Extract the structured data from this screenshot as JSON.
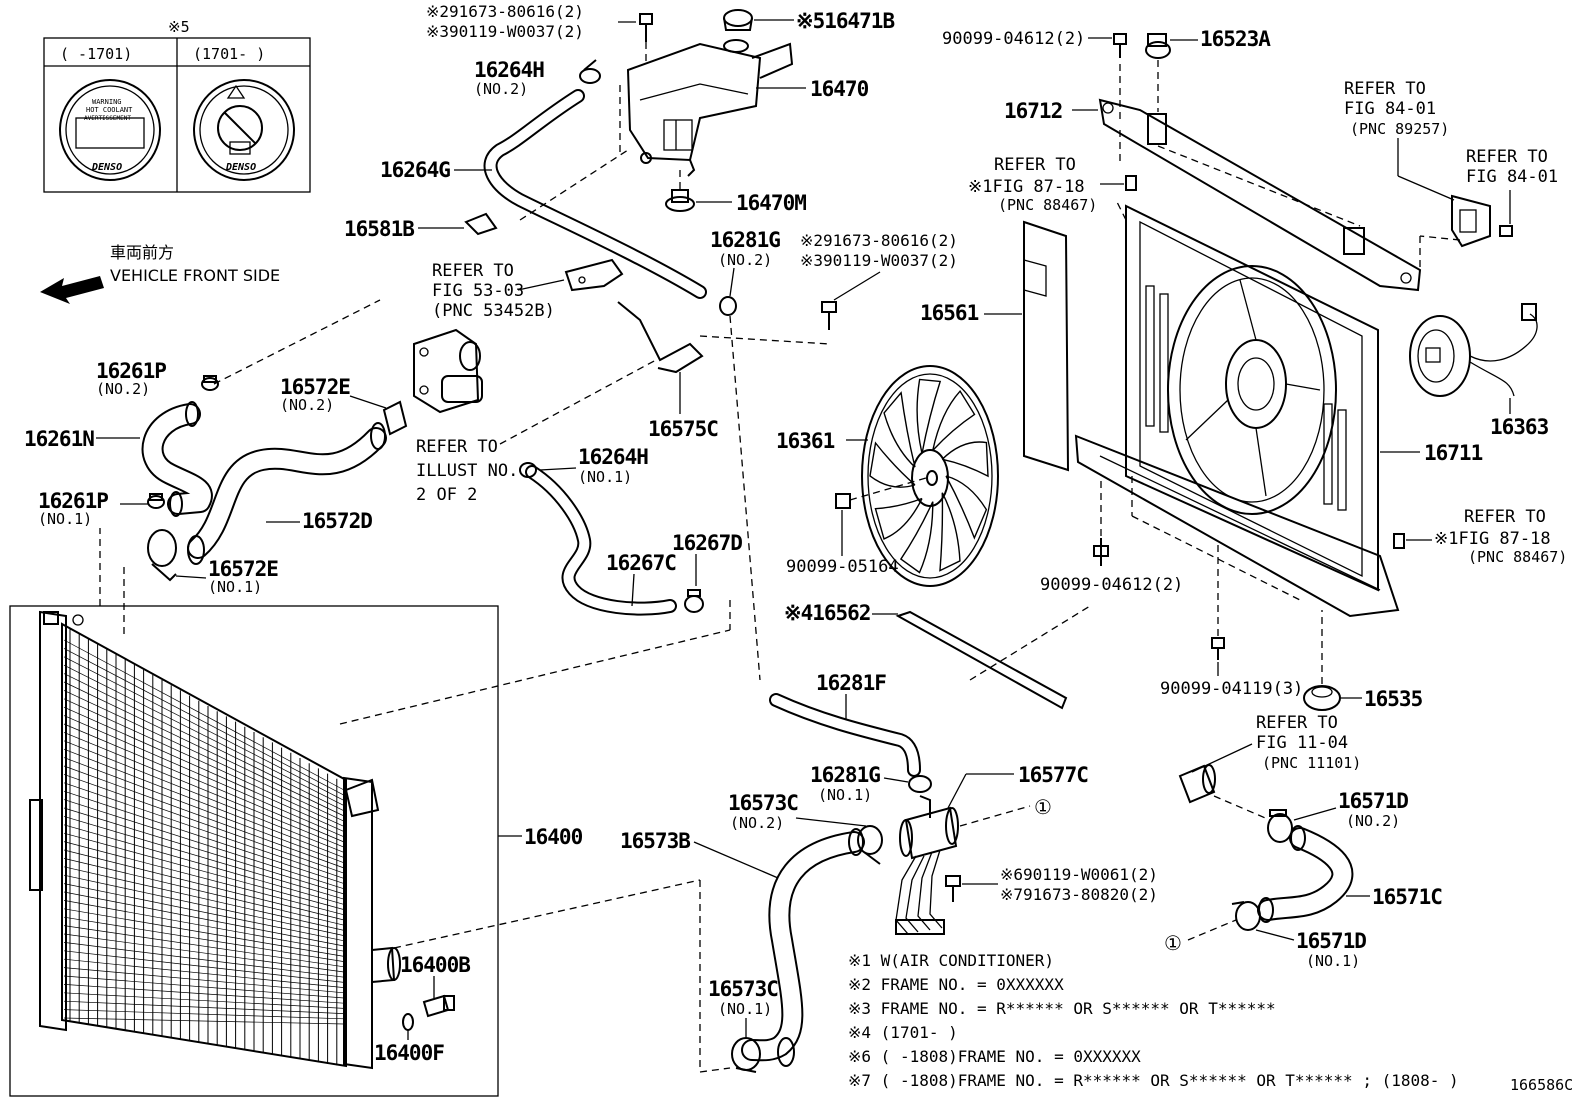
{
  "direction": {
    "jp": "車両前方",
    "en": "VEHICLE FRONT SIDE"
  },
  "inset": {
    "mark": "※5",
    "left_range": "(    -1701)",
    "right_range": "(1701-     )",
    "cap_brand": "DENSO",
    "cap_text": [
      "WARNING",
      "HOT COOLANT",
      "AVERTISSEMENT"
    ]
  },
  "labels": {
    "p16264H_top": "16264H",
    "p16264H_top_sub": "(NO.2)",
    "p16264G": "16264G",
    "p16581B": "16581B",
    "n91673_top": "※291673-80616(2)",
    "n90119_top": "※390119-W0037(2)",
    "p16471B": "※516471B",
    "p16470": "16470",
    "p16470M": "16470M",
    "p16281G_top": "16281G",
    "p16281G_top_sub": "(NO.2)",
    "n91673_mid": "※291673-80616(2)",
    "n90119_mid": "※390119-W0037(2)",
    "p90099_04612_top": "90099-04612(2)",
    "p16523A": "16523A",
    "p16712": "16712",
    "p16561": "16561",
    "p16361": "16361",
    "p90099_05164": "90099-05164",
    "p16711": "16711",
    "p16363": "16363",
    "p90099_04612_bot": "90099-04612(2)",
    "p90099_04119": "90099-04119(3)",
    "p16535": "16535",
    "p16562": "※416562",
    "p16261P_top": "16261P",
    "p16261P_top_sub": "(NO.2)",
    "p16261N": "16261N",
    "p16261P_bot": "16261P",
    "p16261P_bot_sub": "(NO.1)",
    "p16572E_top": "16572E",
    "p16572E_top_sub": "(NO.2)",
    "p16572D": "16572D",
    "p16572E_bot": "16572E",
    "p16572E_bot_sub": "(NO.1)",
    "p16575C": "16575C",
    "p16264H_mid": "16264H",
    "p16264H_mid_sub": "(NO.1)",
    "p16267C": "16267C",
    "p16267D": "16267D",
    "p16400": "16400",
    "p16400B": "16400B",
    "p16400F": "16400F",
    "p16281F": "16281F",
    "p16281G_bot": "16281G",
    "p16281G_bot_sub": "(NO.1)",
    "p16577C": "16577C",
    "p16573C_top": "16573C",
    "p16573C_top_sub": "(NO.2)",
    "p16573B": "16573B",
    "p16573C_bot": "16573C",
    "p16573C_bot_sub": "(NO.1)",
    "n90119_W0061": "※690119-W0061(2)",
    "n91673_80820": "※791673-80820(2)",
    "p16571D_top": "16571D",
    "p16571D_top_sub": "(NO.2)",
    "p16571C": "16571C",
    "p16571D_bot": "16571D",
    "p16571D_bot_sub": "(NO.1)",
    "circle_ref_1": "①",
    "circle_ref_2": "①",
    "diagram_code": "166586C"
  },
  "references": {
    "fig53": [
      "REFER TO",
      "FIG 53-03",
      "(PNC 53452B)"
    ],
    "illust": [
      "REFER TO",
      "ILLUST NO.",
      "2 OF 2"
    ],
    "fig87_top": [
      "REFER TO",
      "※1FIG 87-18",
      "(PNC 88467)"
    ],
    "fig84_a": [
      "REFER TO",
      "FIG 84-01",
      "(PNC 89257)"
    ],
    "fig84_b": [
      "REFER TO",
      "FIG 84-01"
    ],
    "fig87_right": [
      "REFER TO",
      "※1FIG 87-18",
      "(PNC 88467)"
    ],
    "fig11": [
      "REFER TO",
      "FIG 11-04",
      "(PNC 11101)"
    ]
  },
  "notes": [
    "※1 W(AIR CONDITIONER)",
    "※2 FRAME NO. = 0XXXXXX",
    "※3 FRAME NO. = R****** OR S****** OR T******",
    "※4 (1701-     )",
    "※6 (     -1808)FRAME NO. = 0XXXXXX",
    "※7 (     -1808)FRAME NO. = R****** OR S****** OR T****** ; (1808-     )"
  ]
}
